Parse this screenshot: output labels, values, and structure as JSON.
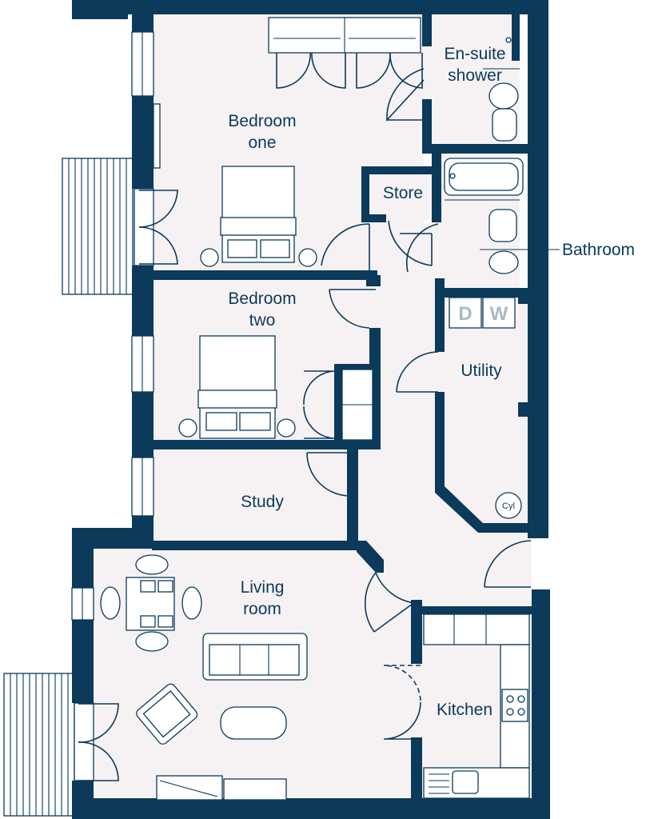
{
  "rooms": {
    "bedroom_one": [
      "Bedroom",
      "one"
    ],
    "bedroom_two": [
      "Bedroom",
      "two"
    ],
    "ensuite": [
      "En-suite",
      "shower"
    ],
    "store": "Store",
    "bathroom": "Bathroom",
    "utility": "Utility",
    "study": "Study",
    "living": [
      "Living",
      "room"
    ],
    "kitchen": "Kitchen"
  },
  "appliances": {
    "dishwasher": "D",
    "washer": "W",
    "cylinder": "Cyl"
  },
  "colors": {
    "wall": "#0b3a5a",
    "floor": "#f6f2f3"
  }
}
